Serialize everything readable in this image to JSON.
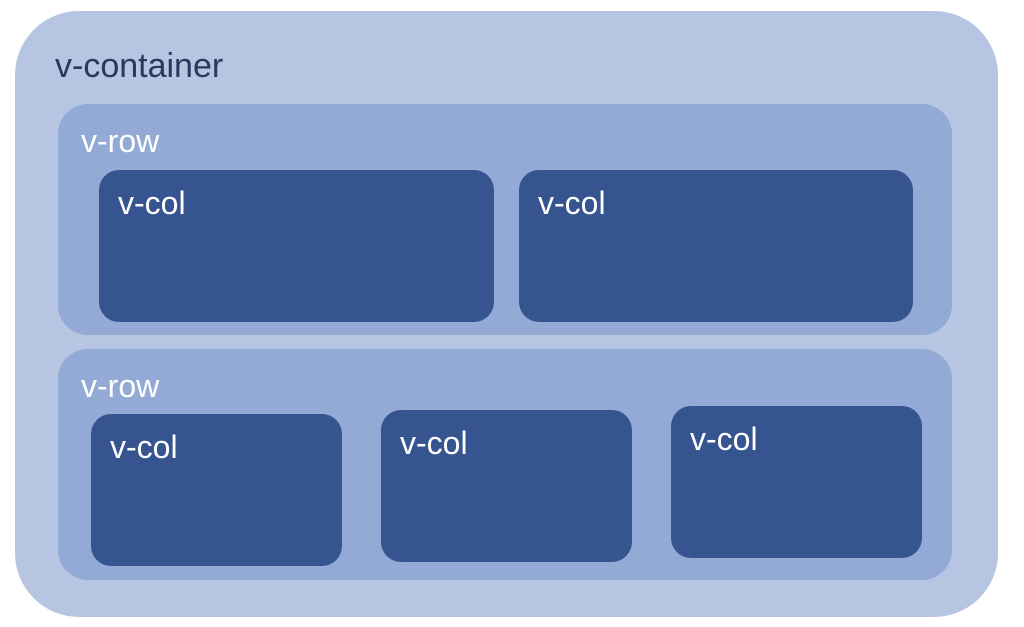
{
  "container": {
    "label": "v-container"
  },
  "rows": [
    {
      "label": "v-row",
      "cols": [
        {
          "label": "v-col"
        },
        {
          "label": "v-col"
        }
      ]
    },
    {
      "label": "v-row",
      "cols": [
        {
          "label": "v-col"
        },
        {
          "label": "v-col"
        },
        {
          "label": "v-col"
        }
      ]
    }
  ],
  "colors": {
    "container": "#b6c5e2",
    "row": "#93a9d6",
    "col": "#365590",
    "container_text": "#26395f",
    "inner_text": "#ffffff"
  }
}
